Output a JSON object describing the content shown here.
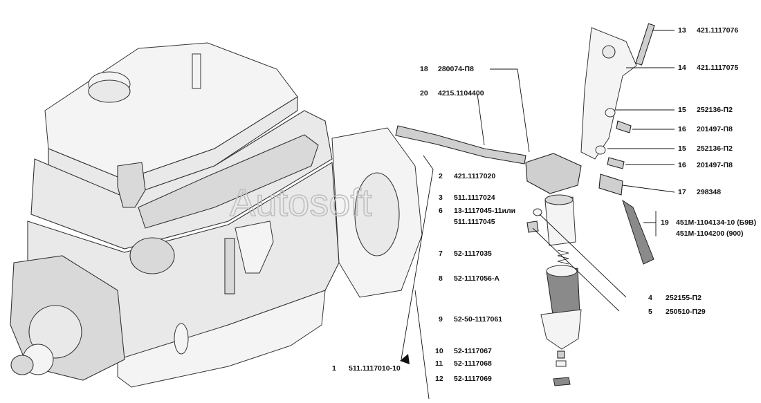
{
  "watermark": "Autosoft",
  "callouts": [
    {
      "num": "1",
      "code": "511.1117010-10"
    },
    {
      "num": "2",
      "code": "421.1117020"
    },
    {
      "num": "3",
      "code": "511.1117024"
    },
    {
      "num": "6",
      "code": "13-1117045-11или"
    },
    {
      "num": "",
      "code": "511.1117045"
    },
    {
      "num": "7",
      "code": "52-1117035"
    },
    {
      "num": "8",
      "code": "52-1117056-А"
    },
    {
      "num": "9",
      "code": "52-50-1117061"
    },
    {
      "num": "10",
      "code": "52-1117067"
    },
    {
      "num": "11",
      "code": "52-1117068"
    },
    {
      "num": "12",
      "code": "52-1117069"
    },
    {
      "num": "18",
      "code": "280074-П8"
    },
    {
      "num": "20",
      "code": "4215.1104400"
    },
    {
      "num": "13",
      "code": "421.1117076"
    },
    {
      "num": "14",
      "code": "421.1117075"
    },
    {
      "num": "15",
      "code": "252136-П2"
    },
    {
      "num": "16",
      "code": "201497-П8"
    },
    {
      "num": "15",
      "code": "252136-П2"
    },
    {
      "num": "16",
      "code": "201497-П8"
    },
    {
      "num": "17",
      "code": "298348"
    },
    {
      "num": "19",
      "code": "451М-1104134-10 (Б9В)"
    },
    {
      "num": "",
      "code": "451М-1104200 (900)"
    },
    {
      "num": "4",
      "code": "252155-П2"
    },
    {
      "num": "5",
      "code": "250510-П29"
    }
  ]
}
